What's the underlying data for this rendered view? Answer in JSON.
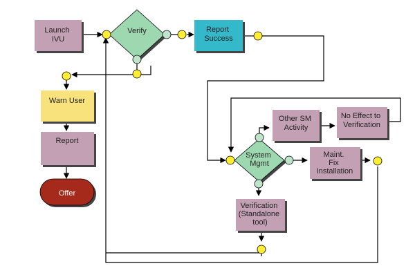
{
  "nodes": {
    "launch": {
      "lines": [
        "Launch",
        "IVU"
      ],
      "fill": "#c3a0b4"
    },
    "verify": {
      "lines": [
        "Verify"
      ],
      "fill": "#9ed8b0"
    },
    "report_success": {
      "lines": [
        "Report",
        "Success"
      ],
      "fill": "#33b9c9"
    },
    "warn_user": {
      "lines": [
        "Warn User"
      ],
      "fill": "#f7e27c"
    },
    "report": {
      "lines": [
        "Report"
      ],
      "fill": "#c3a0b4"
    },
    "offer": {
      "lines": [
        "Offer"
      ],
      "fill": "#a52a1c"
    },
    "other_sm": {
      "lines": [
        "Other SM",
        "Activity"
      ],
      "fill": "#c3a0b4"
    },
    "no_effect": {
      "lines": [
        "No Effect to",
        "Verification"
      ],
      "fill": "#c3a0b4"
    },
    "system_mgmt": {
      "lines": [
        "System",
        "Mgmt"
      ],
      "fill": "#9ed8b0"
    },
    "maint_fix": {
      "lines": [
        "Maint.",
        "Fix",
        "Installation"
      ],
      "fill": "#c3a0b4"
    },
    "verification_tool": {
      "lines": [
        "Verification",
        "(Standalone",
        "tool)"
      ],
      "fill": "#c3a0b4"
    }
  },
  "colors": {
    "connector_yellow": "#ffee33",
    "connector_green": "#bfe4cc",
    "shadow": "#444444",
    "line": "#000000"
  }
}
